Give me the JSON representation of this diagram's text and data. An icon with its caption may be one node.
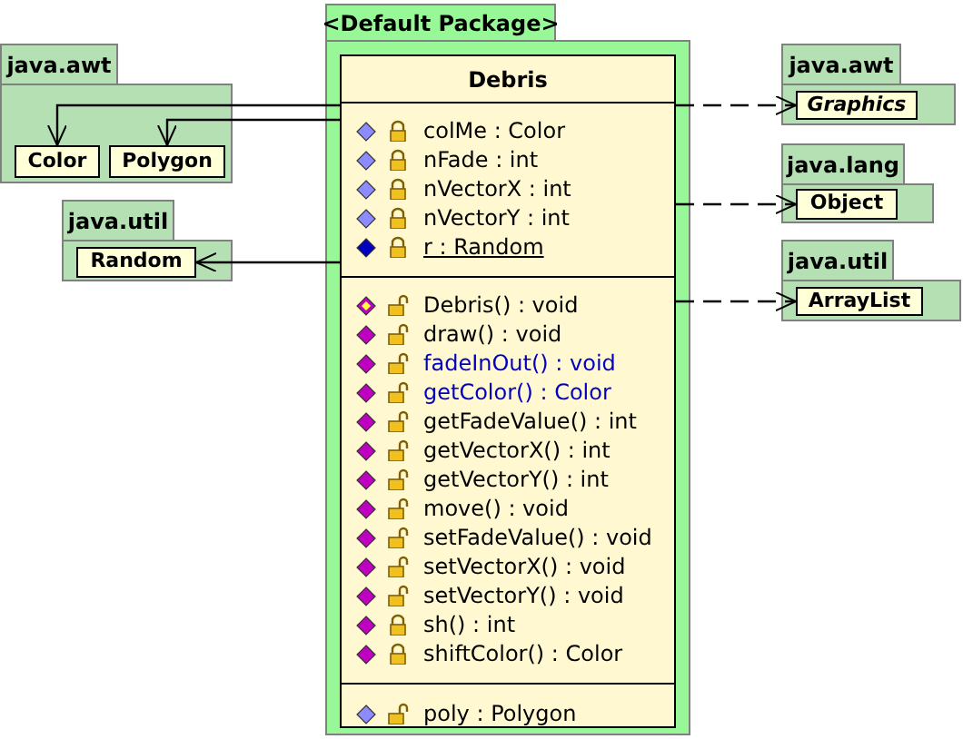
{
  "diagram": {
    "nodes": [
      {
        "text": [
          "java.awt"
        ]
      },
      {
        "text": [
          "Color"
        ],
        "in": 0
      },
      {
        "text": [
          "Polygon"
        ],
        "in": 0
      },
      {
        "text": [
          "java.util"
        ]
      },
      {
        "text": [
          "Random"
        ],
        "in": 3
      },
      {
        "text": [
          "<Default Package>"
        ]
      },
      {
        "text": [
          "Debris",
          "colMe : Color",
          "nFade : int",
          "nVectorX : int",
          "nVectorY : int",
          "r : Random",
          "Debris() : void",
          "draw() : void",
          "fadeInOut() : void",
          "getColor() : Color",
          "getFadeValue() : int",
          "getVectorX() : int",
          "getVectorY() : int",
          "move() : void",
          "setFadeValue() : void",
          "setVectorX() : void",
          "setVectorY() : void",
          "sh() : int",
          "shiftColor() : Color",
          "poly : Polygon"
        ],
        "in": 5
      },
      {
        "text": [
          "java.awt"
        ]
      },
      {
        "text": [
          "Graphics"
        ],
        "in": 7
      },
      {
        "text": [
          "java.lang"
        ]
      },
      {
        "text": [
          "Object"
        ],
        "in": 9
      },
      {
        "text": [
          "java.util"
        ]
      },
      {
        "text": [
          "ArrayList"
        ],
        "in": 11
      }
    ],
    "edges": [
      {
        "from": 6,
        "to": 1,
        "arrow": "to"
      },
      {
        "from": 6,
        "to": 2,
        "arrow": "to"
      },
      {
        "from": 6,
        "to": 4,
        "arrow": "to"
      },
      {
        "from": 6,
        "to": 8,
        "arrow": "to",
        "style": "dashed"
      },
      {
        "from": 6,
        "to": 10,
        "arrow": "to",
        "style": "dashed"
      },
      {
        "from": 6,
        "to": 12,
        "arrow": "to",
        "style": "dashed"
      }
    ]
  }
}
